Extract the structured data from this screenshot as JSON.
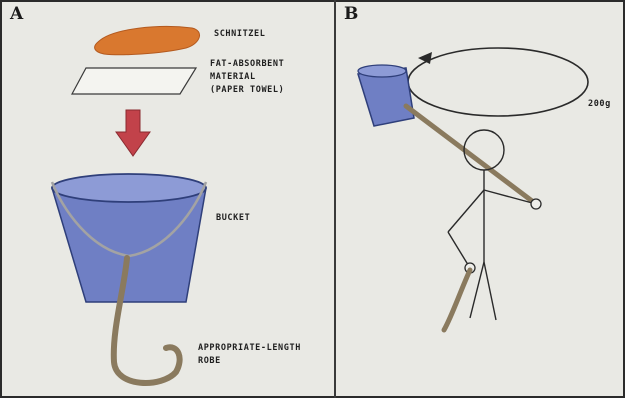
{
  "panels": [
    {
      "letter": "A",
      "labels": {
        "schnitzel": "SCHNITZEL",
        "fat_absorbent": "FAT-ABSORBENT\nMATERIAL\n(PAPER TOWEL)",
        "bucket": "BUCKET",
        "rope": "APPROPRIATE-LENGTH\nROBE"
      }
    },
    {
      "letter": "B",
      "labels": {
        "weight": "200g"
      }
    }
  ],
  "colors": {
    "paper": "#e9e9e4",
    "schnitzel": "#d9782f",
    "bucket": "#6f7fc4",
    "arrow": "#c2424a",
    "rope": "#8a7a5e"
  }
}
